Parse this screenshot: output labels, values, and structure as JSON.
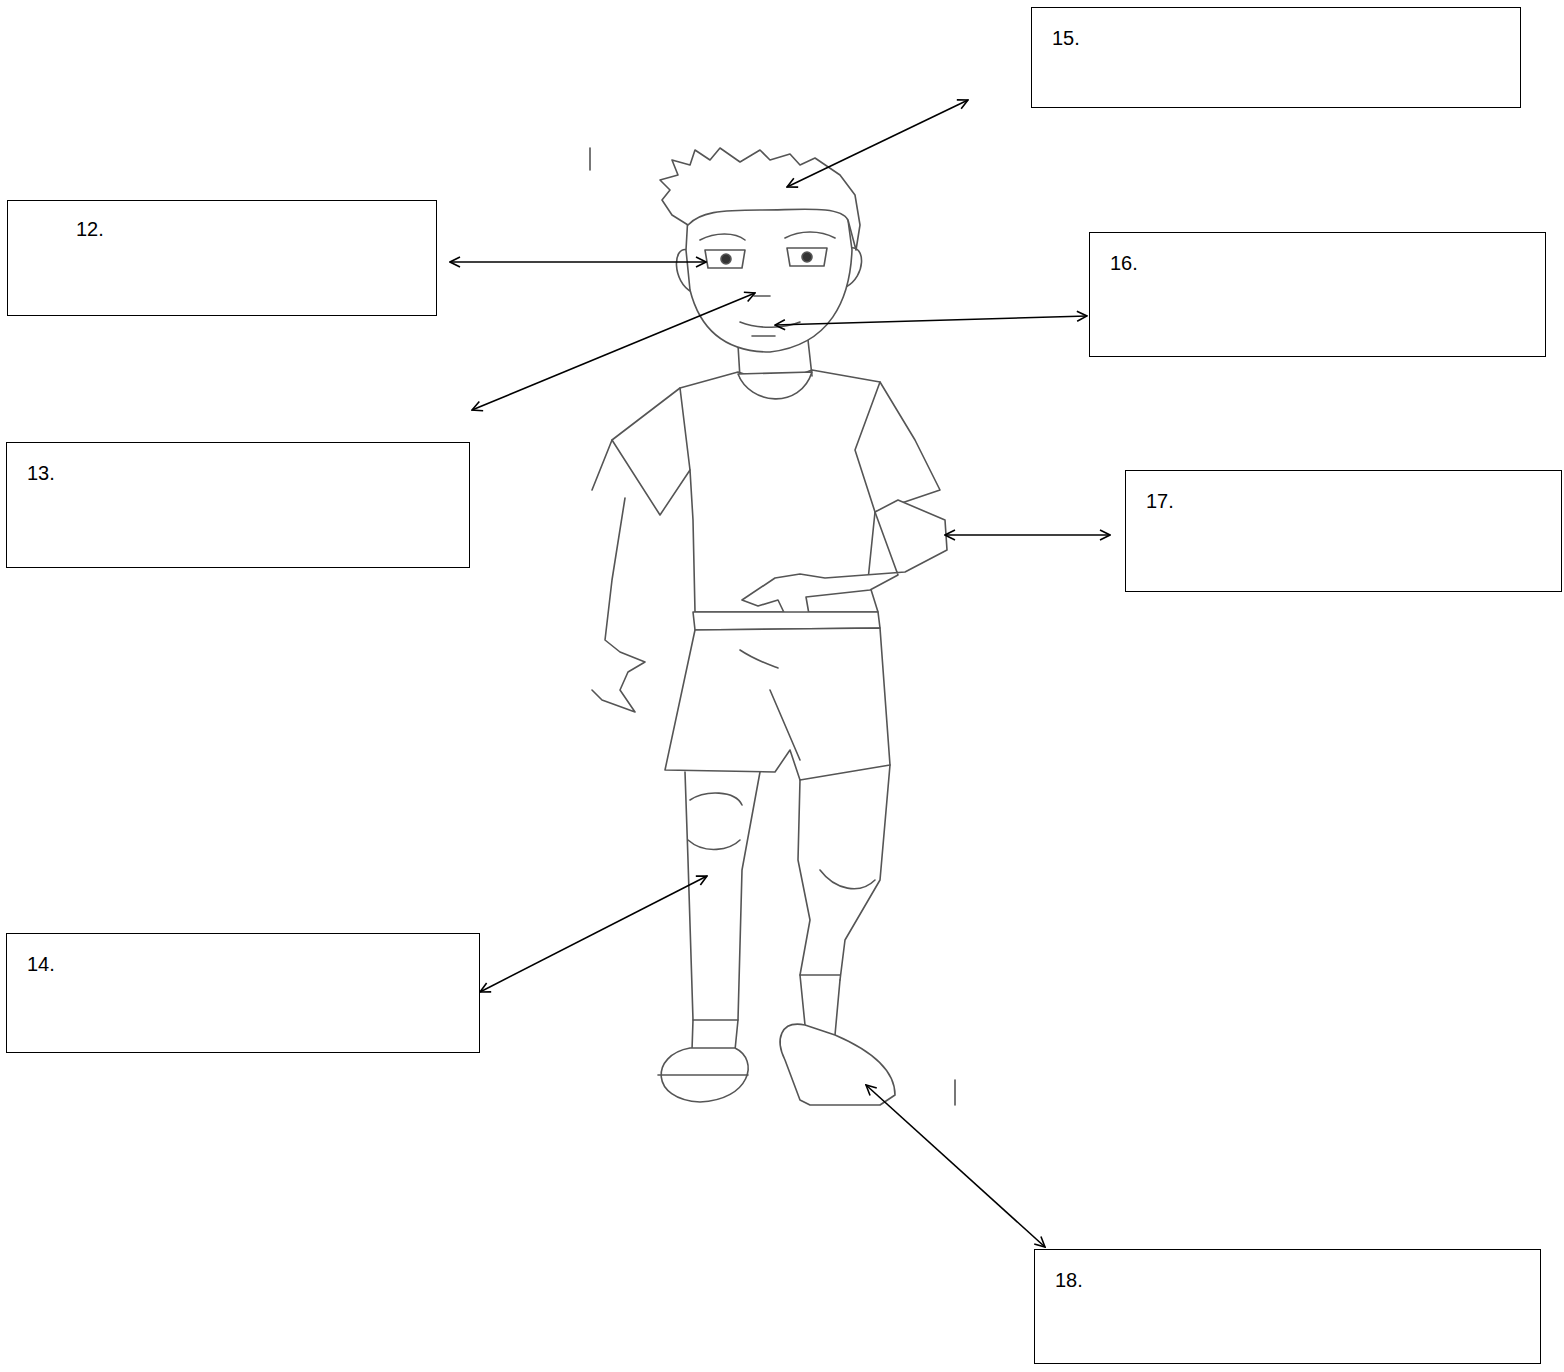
{
  "diagram": {
    "nodes": [
      {
        "text": [
          "15."
        ]
      },
      {
        "text": [
          "12."
        ]
      },
      {
        "text": [
          "16."
        ]
      },
      {
        "text": [
          "13."
        ]
      },
      {
        "text": [
          "17."
        ]
      },
      {
        "text": [
          "14."
        ]
      },
      {
        "text": [
          "18."
        ]
      }
    ]
  }
}
